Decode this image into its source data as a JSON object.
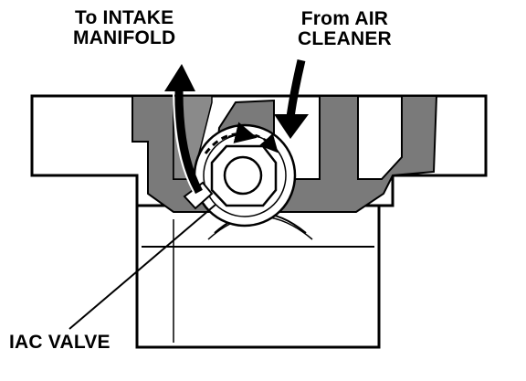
{
  "labels": {
    "intake": {
      "line1": "To INTAKE",
      "line2": "MANIFOLD"
    },
    "air_cleaner": {
      "line1": "From AIR",
      "line2": "CLEANER"
    },
    "iac_valve": "IAC VALVE"
  },
  "colors": {
    "ink": "#000000",
    "housing_fill": "#7a7a7a",
    "channel_fill": "#8a8a8a",
    "paper": "#ffffff"
  }
}
